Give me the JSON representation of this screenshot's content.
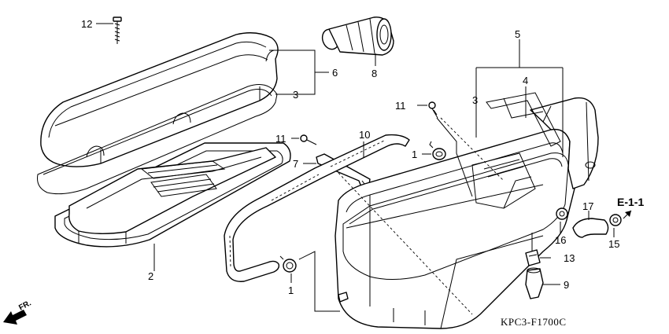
{
  "callouts": {
    "p12": "12",
    "p8": "8",
    "p6": "6",
    "p3_left": "3",
    "p5": "5",
    "p4": "4",
    "p3_right": "3",
    "p11_top": "11",
    "p11_left": "11",
    "p10": "10",
    "p1_top": "1",
    "p7": "7",
    "p2": "2",
    "p1_bottom": "1",
    "p17": "17",
    "p16": "16",
    "p15": "15",
    "p13": "13",
    "p9": "9"
  },
  "reference": "E-1-1",
  "front_marker": "FR.",
  "diagram_code": "KPC3-F1700C"
}
